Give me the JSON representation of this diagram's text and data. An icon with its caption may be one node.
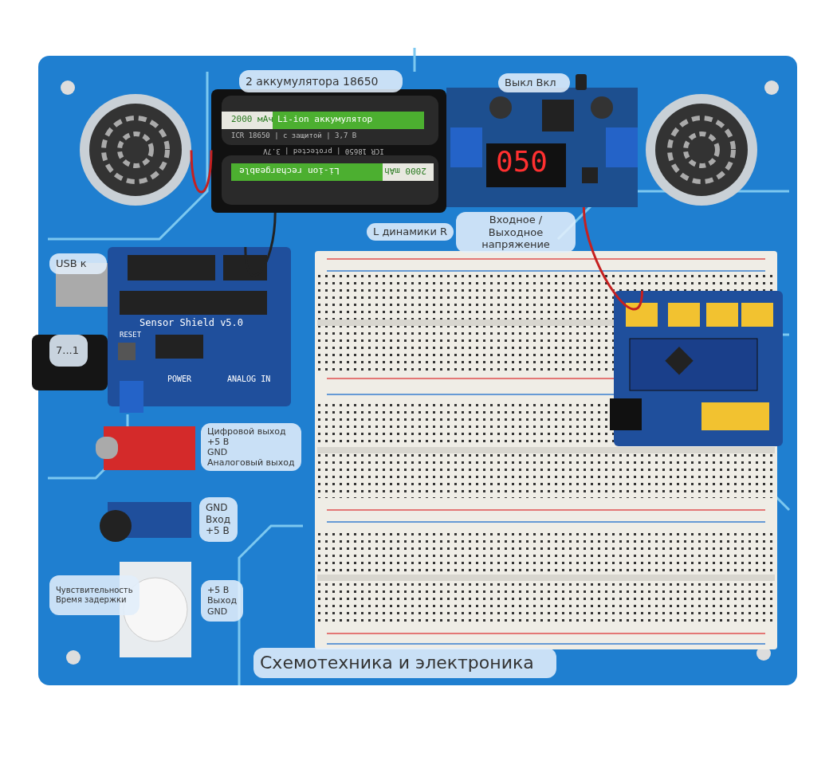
{
  "diagram": {
    "nodes": [
      {
        "text": [
          "2 аккумулятора 18650"
        ]
      },
      {
        "text": [
          "Выкл Вкл"
        ]
      },
      {
        "text": [
          "Входное / Выходное напряжение"
        ]
      },
      {
        "text": [
          "L динамики R"
        ]
      },
      {
        "text": [
          "USB к"
        ]
      },
      {
        "text": [
          "7...1"
        ]
      },
      {
        "text": [
          "Цифровой выход",
          "+5 В",
          "GND",
          "Аналоговый выход"
        ]
      },
      {
        "text": [
          "GND",
          "Вход",
          "+5 В"
        ]
      },
      {
        "text": [
          "Чувствительность",
          "Время задержки"
        ]
      },
      {
        "text": [
          "+5 В",
          "Выход",
          "GND"
        ]
      },
      {
        "text": [
          "Схемотехника и электроника"
        ]
      },
      {
        "text": [],
        "shape": "picture"
      },
      {
        "text": [],
        "shape": "picture"
      },
      {
        "text": [],
        "shape": "picture"
      },
      {
        "text": [],
        "shape": "picture"
      },
      {
        "text": [],
        "shape": "picture"
      }
    ],
    "edges": [
      {
        "from": 12,
        "to": 11,
        "arrow": "none"
      },
      {
        "from": 12,
        "to": 14,
        "arrow": "none",
        "color": "#222222"
      },
      {
        "from": 13,
        "to": 15,
        "arrow": "none"
      }
    ],
    "labels": [
      "2000 мАч",
      "Li-ion аккумулятор",
      "ICR 18650 | с защитой | 3,7 В",
      "ICR 18650 | protected | 3.7V",
      "2000 mAh",
      "Li-ion rechargeable",
      "050",
      "Sensor Shield v5.0",
      "RESET",
      "POWER",
      "ANALOG IN"
    ]
  }
}
